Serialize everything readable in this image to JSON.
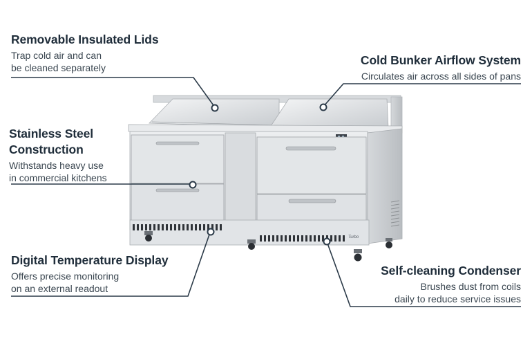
{
  "callouts": {
    "lids": {
      "title": "Removable Insulated Lids",
      "line1": "Trap cold air and can",
      "line2": "be cleaned separately"
    },
    "airflow": {
      "title": "Cold Bunker Airflow System",
      "line1": "Circulates air across all sides of pans"
    },
    "steel": {
      "title_line1": "Stainless Steel",
      "title_line2": "Construction",
      "line1": "Withstands heavy use",
      "line2": "in commercial kitchens"
    },
    "display": {
      "title": "Digital Temperature Display",
      "line1": "Offers precise monitoring",
      "line2": "on an external readout"
    },
    "condenser": {
      "title": "Self-cleaning Condenser",
      "line1": "Brushes dust from coils",
      "line2": "daily to reduce service issues"
    }
  },
  "product": {
    "brand_badge": "Turbo"
  },
  "colors": {
    "text": "#1f2d3a",
    "leader_line": "#2b3a48",
    "steel_light": "#e6e8ea",
    "steel_mid": "#c9ccd0"
  }
}
